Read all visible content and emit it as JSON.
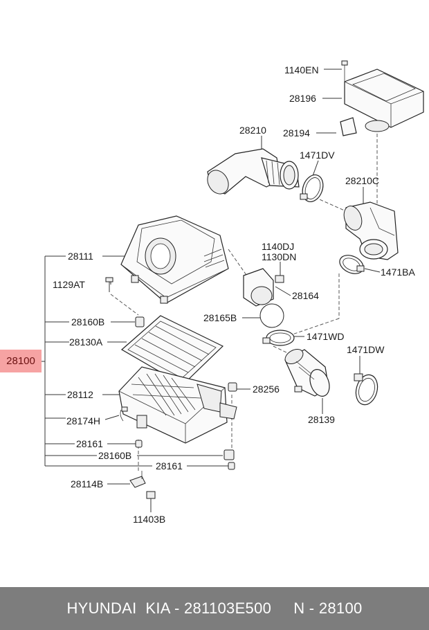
{
  "callouts": {
    "c1140EN": "1140EN",
    "c28196": "28196",
    "c28210": "28210",
    "c28194": "28194",
    "c1471DV": "1471DV",
    "c28210C": "28210C",
    "c28111": "28111",
    "c1140DJ": "1140DJ",
    "c1130DN": "1130DN",
    "c1129AT": "1129AT",
    "c1471BA": "1471BA",
    "c28164": "28164",
    "c28160B_top": "28160B",
    "c28165B": "28165B",
    "c28130A": "28130A",
    "c1471WD": "1471WD",
    "c1471DW": "1471DW",
    "c28256": "28256",
    "c28112": "28112",
    "c28174H": "28174H",
    "c28139": "28139",
    "c28161_a": "28161",
    "c28160B_bottom": "28160B",
    "c28161_b": "28161",
    "c28114B": "28114B",
    "c11403B": "11403B"
  },
  "highlight": {
    "label": "28100",
    "color": "#f6a3a3"
  },
  "footer": {
    "text": "HYUNDAI  KIA - 281103E500     N - 28100",
    "background": "#7d7d7d"
  }
}
